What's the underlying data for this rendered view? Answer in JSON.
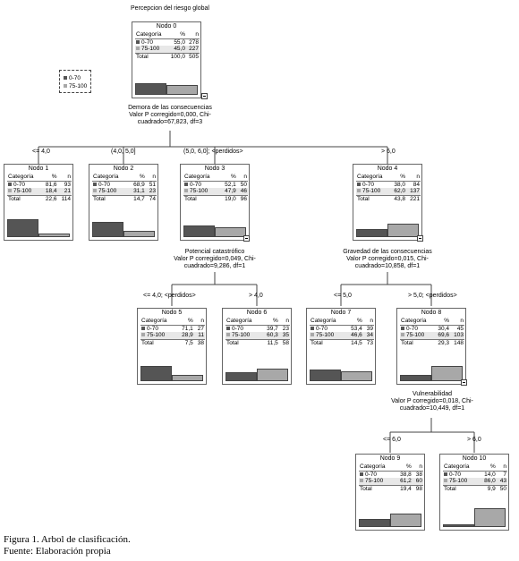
{
  "title": "Percepcion del riesgo global",
  "colors": {
    "c1": "#555555",
    "c2": "#a8a8a8"
  },
  "legend": [
    {
      "label": "0-70",
      "color": "#555555"
    },
    {
      "label": "75-100",
      "color": "#a8a8a8"
    }
  ],
  "col_headers": {
    "cat": "Categoría",
    "pct": "%",
    "n": "n"
  },
  "total_label": "Total",
  "nodes": {
    "n0": {
      "title": "Nodo 0",
      "rows": [
        {
          "label": "0-70",
          "pct": "55,0",
          "n": "278",
          "value": 55.0
        },
        {
          "label": "75-100",
          "pct": "45,0",
          "n": "227",
          "value": 45.0
        }
      ],
      "total_pct": "100,0",
      "total_n": "505"
    },
    "n1": {
      "title": "Nodo 1",
      "rows": [
        {
          "label": "0-70",
          "pct": "81,6",
          "n": "93",
          "value": 81.6
        },
        {
          "label": "75-100",
          "pct": "18,4",
          "n": "21",
          "value": 18.4
        }
      ],
      "total_pct": "22,6",
      "total_n": "114"
    },
    "n2": {
      "title": "Nodo 2",
      "rows": [
        {
          "label": "0-70",
          "pct": "68,9",
          "n": "51",
          "value": 68.9
        },
        {
          "label": "75-100",
          "pct": "31,1",
          "n": "23",
          "value": 31.1
        }
      ],
      "total_pct": "14,7",
      "total_n": "74"
    },
    "n3": {
      "title": "Nodo 3",
      "rows": [
        {
          "label": "0-70",
          "pct": "52,1",
          "n": "50",
          "value": 52.1
        },
        {
          "label": "75-100",
          "pct": "47,9",
          "n": "46",
          "value": 47.9
        }
      ],
      "total_pct": "19,0",
      "total_n": "96"
    },
    "n4": {
      "title": "Nodo 4",
      "rows": [
        {
          "label": "0-70",
          "pct": "38,0",
          "n": "84",
          "value": 38.0
        },
        {
          "label": "75-100",
          "pct": "62,0",
          "n": "137",
          "value": 62.0
        }
      ],
      "total_pct": "43,8",
      "total_n": "221"
    },
    "n5": {
      "title": "Nodo 5",
      "rows": [
        {
          "label": "0-70",
          "pct": "71,1",
          "n": "27",
          "value": 71.1
        },
        {
          "label": "75-100",
          "pct": "28,9",
          "n": "11",
          "value": 28.9
        }
      ],
      "total_pct": "7,5",
      "total_n": "38"
    },
    "n6": {
      "title": "Nodo 6",
      "rows": [
        {
          "label": "0-70",
          "pct": "39,7",
          "n": "23",
          "value": 39.7
        },
        {
          "label": "75-100",
          "pct": "60,3",
          "n": "35",
          "value": 60.3
        }
      ],
      "total_pct": "11,5",
      "total_n": "58"
    },
    "n7": {
      "title": "Nodo 7",
      "rows": [
        {
          "label": "0-70",
          "pct": "53,4",
          "n": "39",
          "value": 53.4
        },
        {
          "label": "75-100",
          "pct": "46,6",
          "n": "34",
          "value": 46.6
        }
      ],
      "total_pct": "14,5",
      "total_n": "73"
    },
    "n8": {
      "title": "Nodo 8",
      "rows": [
        {
          "label": "0-70",
          "pct": "30,4",
          "n": "45",
          "value": 30.4
        },
        {
          "label": "75-100",
          "pct": "69,6",
          "n": "103",
          "value": 69.6
        }
      ],
      "total_pct": "29,3",
      "total_n": "148"
    },
    "n9": {
      "title": "Nodo 9",
      "rows": [
        {
          "label": "0-70",
          "pct": "38,8",
          "n": "38",
          "value": 38.8
        },
        {
          "label": "75-100",
          "pct": "61,2",
          "n": "60",
          "value": 61.2
        }
      ],
      "total_pct": "19,4",
      "total_n": "98"
    },
    "n10": {
      "title": "Nodo 10",
      "rows": [
        {
          "label": "0-70",
          "pct": "14,0",
          "n": "7",
          "value": 14.0
        },
        {
          "label": "75-100",
          "pct": "86,0",
          "n": "43",
          "value": 86.0
        }
      ],
      "total_pct": "9,9",
      "total_n": "50"
    }
  },
  "splits": {
    "s0": {
      "line1": "Demora de las consecuencias",
      "line2": "Valor P corregido=0,000, Chi-",
      "line3": "cuadrado=67,823, df=3"
    },
    "s3": {
      "line1": "Potencial catastrófico",
      "line2": "Valor P corregido=0,049, Chi-",
      "line3": "cuadrado=9,286, df=1"
    },
    "s4": {
      "line1": "Gravedad de las consecuencias",
      "line2": "Valor P corregido=0,015, Chi-",
      "line3": "cuadrado=10,858, df=1"
    },
    "s8": {
      "line1": "Vulnerabilidad",
      "line2": "Valor P corregido=0,018, Chi-",
      "line3": "cuadrado=10,449, df=1"
    }
  },
  "edges": {
    "e1": "<= 4,0",
    "e2": "(4,0, 5,0]",
    "e3": "(5,0, 6,0]; <perdidos>",
    "e4": "> 6,0",
    "e5": "<= 4,0; <perdidos>",
    "e6": "> 4,0",
    "e7": "<= 5,0",
    "e8": "> 5,0; <perdidos>",
    "e9": "<= 6,0",
    "e10": "> 6,0"
  },
  "caption": {
    "line1": "Figura 1. Arbol de clasificación.",
    "line2": "Fuente: Elaboración propia"
  }
}
